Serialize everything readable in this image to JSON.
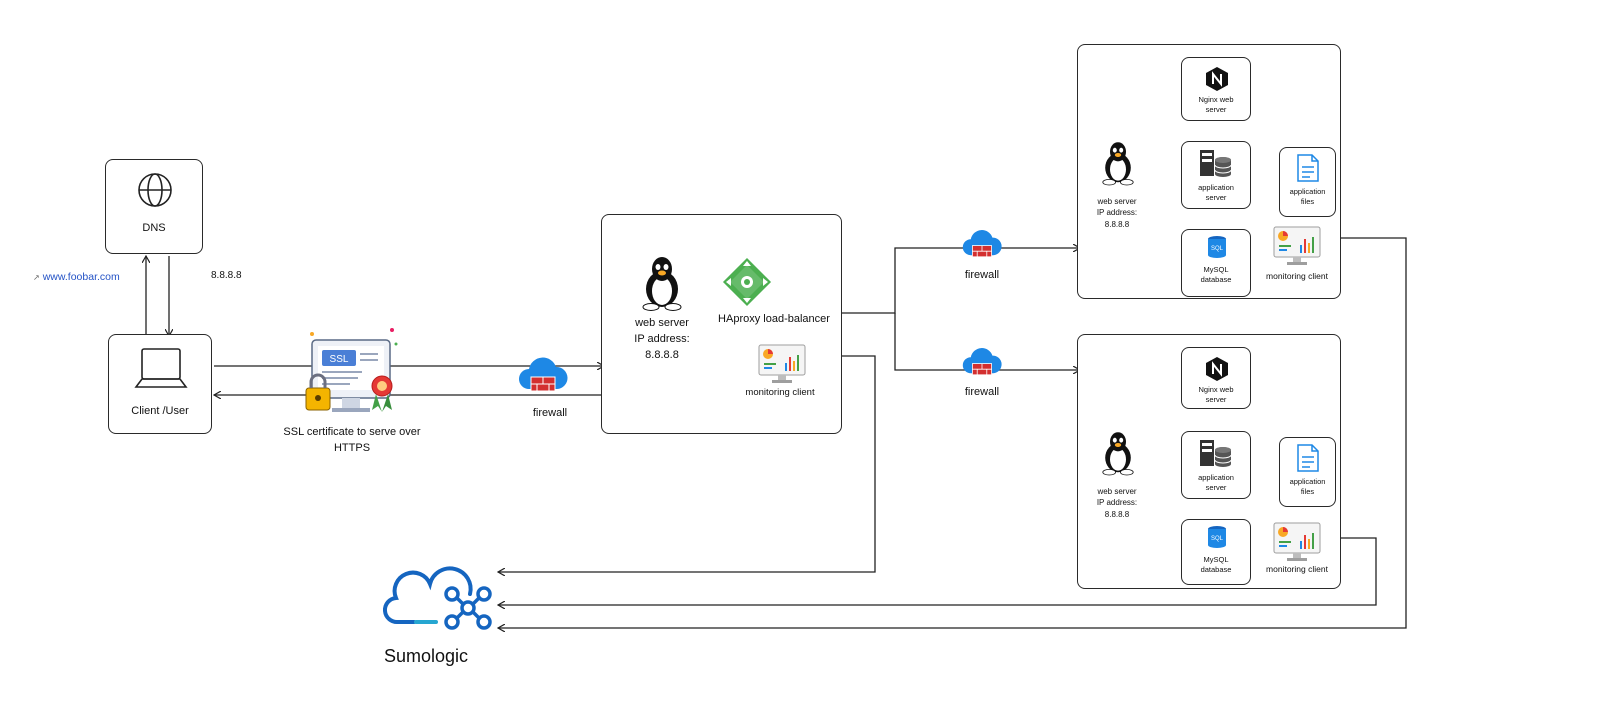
{
  "dns": {
    "label": "DNS",
    "ip": "8.8.8.8"
  },
  "domain_link": "www.foobar.com",
  "client": {
    "label": "Client /User"
  },
  "ssl": {
    "badge": "SSL",
    "caption_line1": "SSL certificate to serve  over",
    "caption_line2": "HTTPS"
  },
  "firewall_label": "firewall",
  "load_balancer_server": {
    "server_line1": "web server",
    "server_line2": "IP address:",
    "server_line3": "8.8.8.8",
    "haproxy_label": "HAproxy load-balancer",
    "monitoring_label": "monitoring client"
  },
  "app_servers": [
    {
      "server_line1": "web server",
      "server_line2": "IP address:",
      "server_line3": "8.8.8.8",
      "nginx_line1": "Nginx web",
      "nginx_line2": "server",
      "app_line1": "application",
      "app_line2": "server",
      "files_line1": "application",
      "files_line2": "files",
      "mysql_badge": "SQL",
      "mysql_line1": "MySQL",
      "mysql_line2": "database",
      "monitoring_label": "monitoring client"
    },
    {
      "server_line1": "web server",
      "server_line2": "IP address:",
      "server_line3": "8.8.8.8",
      "nginx_line1": "Nginx web",
      "nginx_line2": "server",
      "app_line1": "application",
      "app_line2": "server",
      "files_line1": "application",
      "files_line2": "files",
      "mysql_badge": "SQL",
      "mysql_line1": "MySQL",
      "mysql_line2": "database",
      "monitoring_label": "monitoring client"
    }
  ],
  "sumologic": {
    "label": "Sumologic"
  },
  "colors": {
    "cloud_blue": "#1e88e5",
    "firewall_red": "#d32f2f",
    "haproxy_green": "#4caf50",
    "sumologic_blue": "#1565c0",
    "link_blue": "#2453c6"
  }
}
